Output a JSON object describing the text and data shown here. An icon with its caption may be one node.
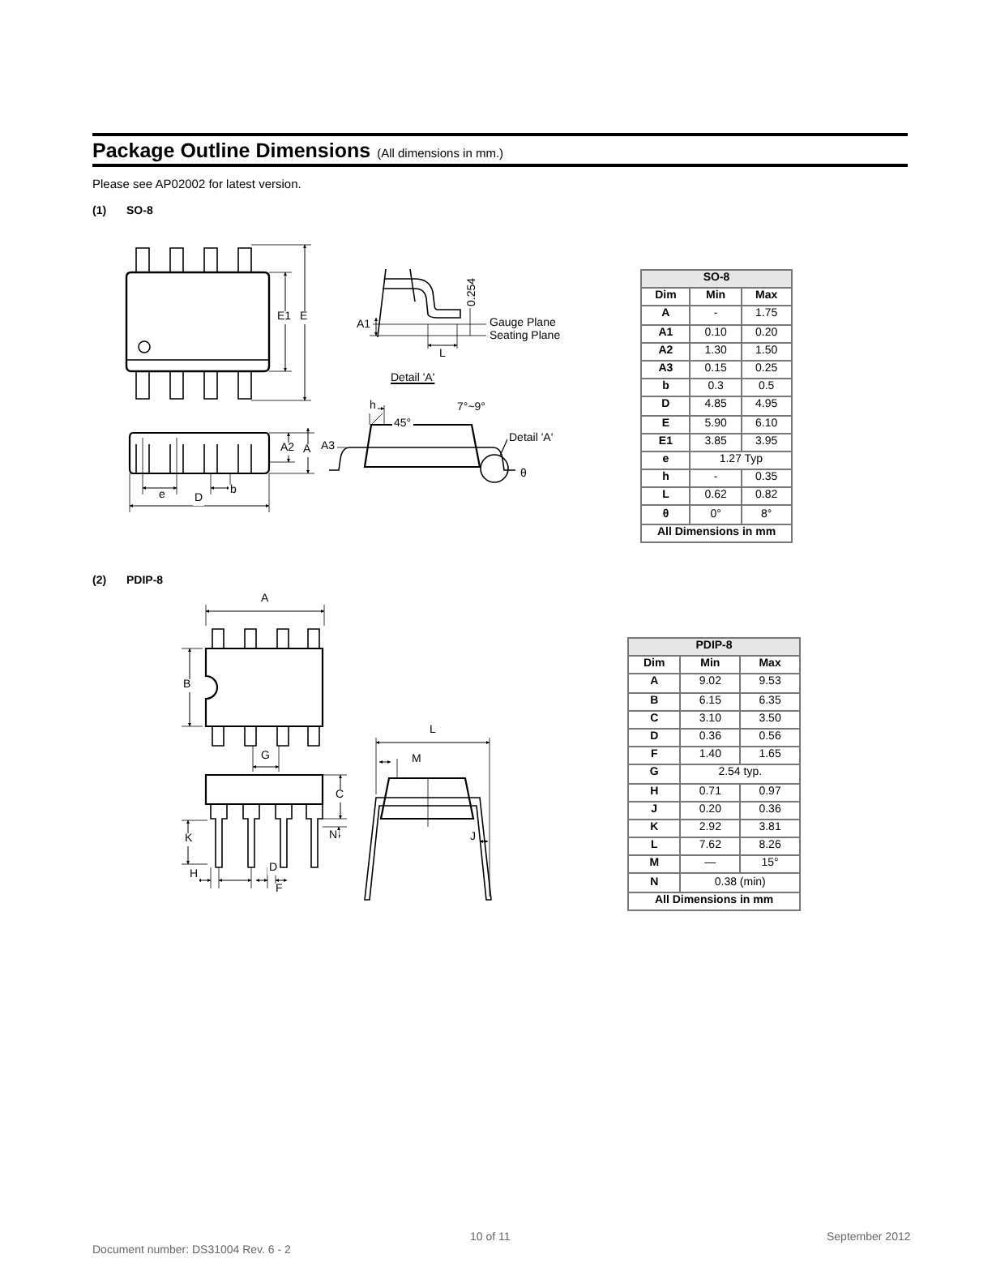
{
  "diagram": {
    "title": "Package Outline Dimensions",
    "nodes": [
      {
        "text": [
          "Detail 'A'"
        ]
      },
      {
        "text": [],
        "shape": "circle"
      }
    ],
    "edges": [
      {
        "from": 0,
        "to": 1,
        "arrow": "none"
      }
    ],
    "labels": [
      "(All dimensions in mm.)",
      "Please see AP02002 for latest version.",
      "(1)",
      "SO-8",
      "E1",
      "E",
      "A1",
      "0.254",
      "Gauge Plane",
      "Seating Plane",
      "L",
      "Detail 'A'",
      "h",
      "45°",
      "7°~9°",
      "A2",
      "A",
      "A3",
      "e",
      "b",
      "D",
      "θ",
      "SO-8",
      "Dim",
      "Min",
      "Max",
      "A",
      "-",
      "1.75",
      "A1",
      "0.10",
      "0.20",
      "A2",
      "1.30",
      "1.50",
      "A3",
      "0.15",
      "0.25",
      "b",
      "0.3",
      "0.5",
      "D",
      "4.85",
      "4.95",
      "E",
      "5.90",
      "6.10",
      "E1",
      "3.85",
      "3.95",
      "e",
      "1.27 Typ",
      "h",
      "-",
      "0.35",
      "L",
      "0.62",
      "0.82",
      "θ",
      "0°",
      "8°",
      "All Dimensions in mm",
      "(2)",
      "PDIP-8",
      "A",
      "B",
      "G",
      "C",
      "K",
      "N",
      "H",
      "D",
      "F",
      "L",
      "M",
      "J",
      "PDIP-8",
      "Dim",
      "Min",
      "Max",
      "A",
      "9.02",
      "9.53",
      "B",
      "6.15",
      "6.35",
      "C",
      "3.10",
      "3.50",
      "D",
      "0.36",
      "0.56",
      "F",
      "1.40",
      "1.65",
      "G",
      "2.54 typ.",
      "H",
      "0.71",
      "0.97",
      "J",
      "0.20",
      "0.36",
      "K",
      "2.92",
      "3.81",
      "L",
      "7.62",
      "8.26",
      "M",
      "—",
      "15°",
      "N",
      "0.38 (min)",
      "All Dimensions in mm",
      "Document number: DS31004 Rev. 6 - 2",
      "10 of 11",
      "September 2012"
    ]
  }
}
